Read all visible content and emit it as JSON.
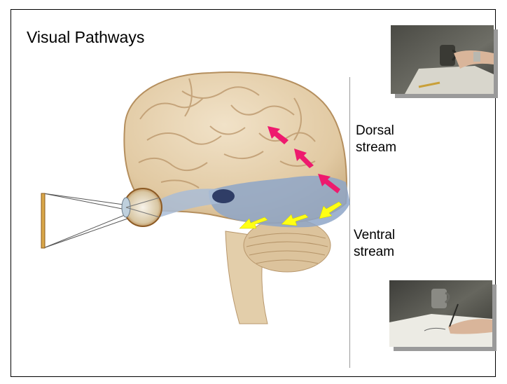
{
  "title": "Visual Pathways",
  "labels": {
    "dorsal": [
      "Dorsal",
      "stream"
    ],
    "ventral": [
      "Ventral",
      "stream"
    ]
  },
  "colors": {
    "dorsal_arrows": "#ee1a6e",
    "ventral_arrows": "#ffff14",
    "brain": "#e6d2b0",
    "visual_cortex": "#8ea6c8",
    "retinal_bar": "#d9a74a"
  },
  "icons": [
    "hand-reaching-mug-photo",
    "hand-writing-photo",
    "eye-icon",
    "brain-illustration"
  ]
}
